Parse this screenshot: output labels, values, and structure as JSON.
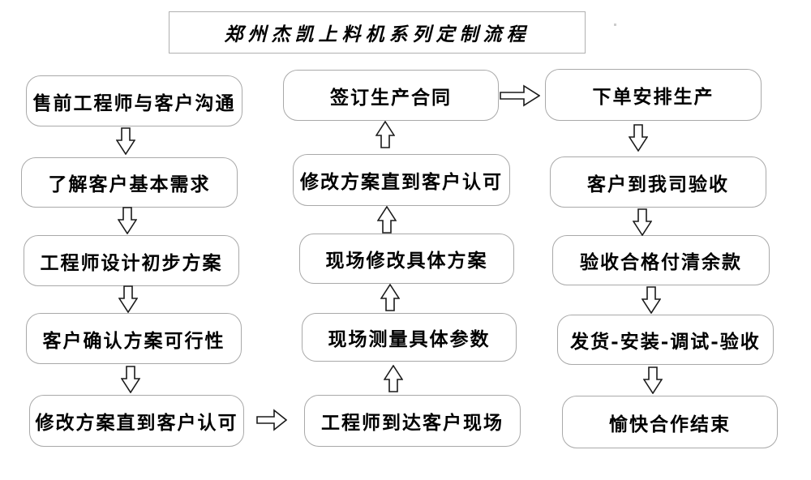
{
  "title": "郑州杰凯上料机系列定制流程",
  "colors": {
    "background": "#ffffff",
    "box_border": "#a9a9a9",
    "title_border": "#b0b0b0",
    "text": "#000000",
    "arrow_outline": "#1a1a1a",
    "arrow_fill": "#ffffff"
  },
  "columns": {
    "left": {
      "flow_direction": "down",
      "items": [
        "售前工程师与客户沟通",
        "了解客户基本需求",
        "工程师设计初步方案",
        "客户确认方案可行性",
        "修改方案直到客户认可"
      ]
    },
    "middle": {
      "flow_direction": "up",
      "items": [
        "签订生产合同",
        "修改方案直到客户认可",
        "现场修改具体方案",
        "现场测量具体参数",
        "工程师到达客户现场"
      ]
    },
    "right": {
      "flow_direction": "down",
      "items": [
        "下单安排生产",
        "客户到我司验收",
        "验收合格付清余款",
        "发货-安装-调试-验收",
        "愉快合作结束"
      ]
    }
  },
  "connectors": [
    {
      "from": "售前工程师与客户沟通",
      "to": "了解客户基本需求",
      "direction": "down"
    },
    {
      "from": "了解客户基本需求",
      "to": "工程师设计初步方案",
      "direction": "down"
    },
    {
      "from": "工程师设计初步方案",
      "to": "客户确认方案可行性",
      "direction": "down"
    },
    {
      "from": "客户确认方案可行性",
      "to": "修改方案直到客户认可",
      "direction": "down"
    },
    {
      "from": "修改方案直到客户认可",
      "to": "工程师到达客户现场",
      "direction": "right"
    },
    {
      "from": "工程师到达客户现场",
      "to": "现场测量具体参数",
      "direction": "up"
    },
    {
      "from": "现场测量具体参数",
      "to": "现场修改具体方案",
      "direction": "up"
    },
    {
      "from": "现场修改具体方案",
      "to": "修改方案直到客户认可",
      "direction": "up"
    },
    {
      "from": "修改方案直到客户认可",
      "to": "签订生产合同",
      "direction": "up"
    },
    {
      "from": "签订生产合同",
      "to": "下单安排生产",
      "direction": "right"
    },
    {
      "from": "下单安排生产",
      "to": "客户到我司验收",
      "direction": "down"
    },
    {
      "from": "客户到我司验收",
      "to": "验收合格付清余款",
      "direction": "down"
    },
    {
      "from": "验收合格付清余款",
      "to": "发货-安装-调试-验收",
      "direction": "down"
    },
    {
      "from": "发货-安装-调试-验收",
      "to": "愉快合作结束",
      "direction": "down"
    }
  ]
}
